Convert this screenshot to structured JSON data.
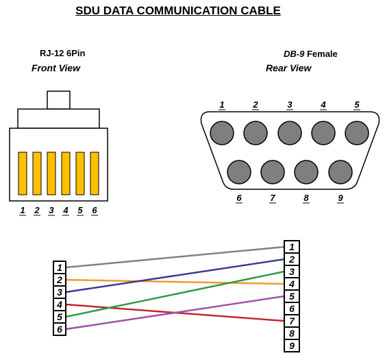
{
  "title": "SDU DATA COMMUNICATION CABLE",
  "rj12": {
    "model": "RJ-12 6Pin",
    "view": "Front View",
    "pin_labels": [
      "1",
      "2",
      "3",
      "4",
      "5",
      "6"
    ]
  },
  "db9": {
    "model_prefix": "DB-9",
    "model_suffix": "Female",
    "view": "Rear View",
    "top_row_labels": [
      "1",
      "2",
      "3",
      "4",
      "5"
    ],
    "bottom_row_labels": [
      "6",
      "7",
      "8",
      "9"
    ]
  },
  "wiring": {
    "left_terminals": [
      "1",
      "2",
      "3",
      "4",
      "5",
      "6"
    ],
    "right_terminals": [
      "1",
      "2",
      "3",
      "4",
      "5",
      "6",
      "7",
      "8",
      "9"
    ],
    "connections": [
      {
        "from": "1",
        "to": "1",
        "color": "#808080"
      },
      {
        "from": "2",
        "to": "4",
        "color": "#f39a2b"
      },
      {
        "from": "3",
        "to": "2",
        "color": "#3a3a9c"
      },
      {
        "from": "4",
        "to": "7",
        "color": "#c0282d"
      },
      {
        "from": "5",
        "to": "3",
        "color": "#2e9a4a"
      },
      {
        "from": "6",
        "to": "5",
        "color": "#a050a8"
      }
    ]
  },
  "colors": {
    "pin_gold": "#ffc000",
    "db9_socket": "#7f7f7f"
  }
}
